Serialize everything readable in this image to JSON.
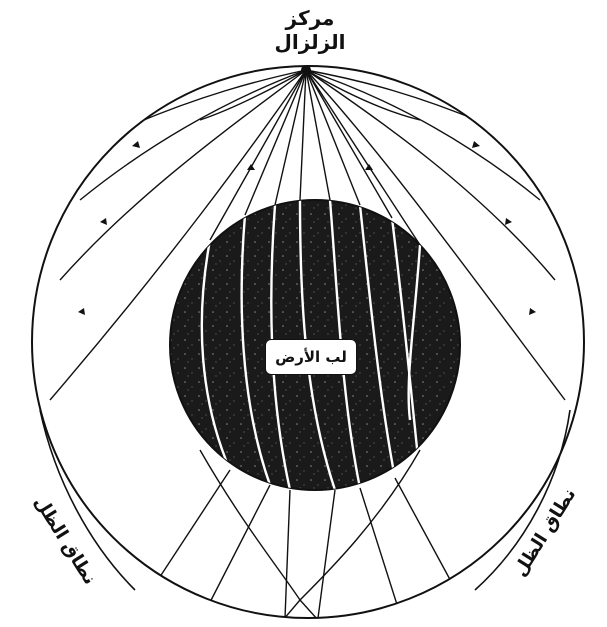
{
  "labels": {
    "epicenter": "مركز الزلزال",
    "core": "لب الأرض",
    "shadow_left": "نطاق الظل",
    "shadow_right": "نطاق الظل"
  },
  "colors": {
    "ink": "#111111",
    "core_fill": "#1a1a1a",
    "background": "#ffffff"
  }
}
